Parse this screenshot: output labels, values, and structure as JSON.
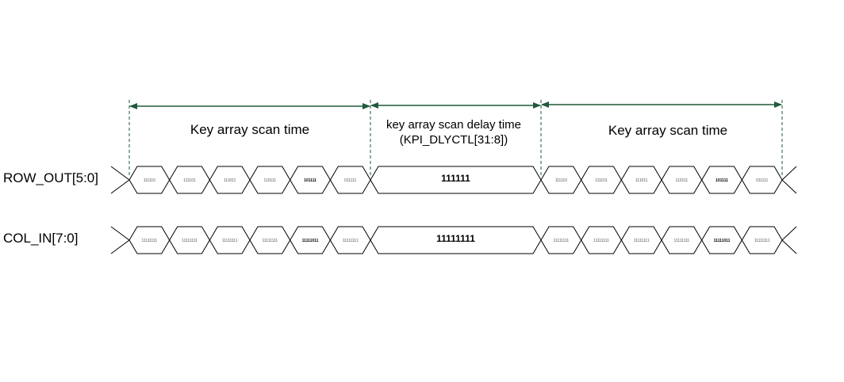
{
  "signals": [
    {
      "name": "ROW_OUT[5:0]",
      "scan1": [
        {
          "value": "111110",
          "bold": false
        },
        {
          "value": "111101",
          "bold": false
        },
        {
          "value": "111011",
          "bold": false
        },
        {
          "value": "110111",
          "bold": false
        },
        {
          "value": "101111",
          "bold": true
        },
        {
          "value": "011111",
          "bold": false
        }
      ],
      "delay_value": "111111",
      "scan2": [
        {
          "value": "111110",
          "bold": false
        },
        {
          "value": "111101",
          "bold": false
        },
        {
          "value": "111011",
          "bold": false
        },
        {
          "value": "110111",
          "bold": false
        },
        {
          "value": "101111",
          "bold": true
        },
        {
          "value": "011111",
          "bold": false
        }
      ]
    },
    {
      "name": "COL_IN[7:0]",
      "scan1": [
        {
          "value": "11111111",
          "bold": false
        },
        {
          "value": "11111111",
          "bold": false
        },
        {
          "value": "11111111",
          "bold": false
        },
        {
          "value": "11111111",
          "bold": false
        },
        {
          "value": "11111011",
          "bold": true
        },
        {
          "value": "11111111",
          "bold": false
        }
      ],
      "delay_value": "11111111",
      "scan2": [
        {
          "value": "11111111",
          "bold": false
        },
        {
          "value": "11111111",
          "bold": false
        },
        {
          "value": "11111111",
          "bold": false
        },
        {
          "value": "11111111",
          "bold": false
        },
        {
          "value": "11111011",
          "bold": true
        },
        {
          "value": "11111111",
          "bold": false
        }
      ]
    }
  ],
  "spans": {
    "scan1_label": "Key array scan time",
    "delay_label_line1": "key array scan delay time",
    "delay_label_line2": "(KPI_DLYCTL[31:8])",
    "scan2_label": "Key array scan time"
  },
  "colors": {
    "arrow": "#1f5a3a",
    "wave": "#000000"
  }
}
